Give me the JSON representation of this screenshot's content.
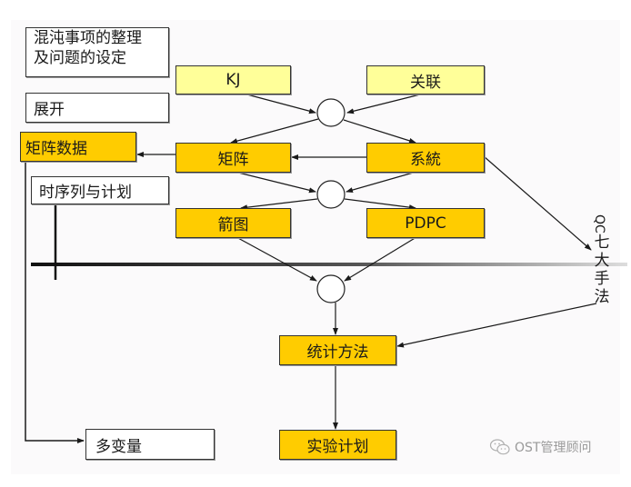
{
  "diagram": {
    "left_column": {
      "problem_setting": [
        "混沌事项的整理",
        "及问题的设定"
      ],
      "expansion": "展开",
      "matrix_data": "矩阵数据",
      "time_series_planning": "时序列与计划",
      "multivariate": "多变量"
    },
    "nodes": {
      "kj": "KJ",
      "relation": "关联",
      "matrix": "矩阵",
      "system": "系統",
      "arrow_diagram": "箭图",
      "pdpc": "PDPC",
      "statistical_methods": "统计方法",
      "experiment_design": "实验计划"
    },
    "side_label": {
      "qc": "QC",
      "chars": [
        "七",
        "大",
        "手",
        "法"
      ]
    },
    "colors": {
      "light_yellow": "#ffff99",
      "gold": "#ffcc00",
      "white": "#ffffff",
      "line": "#1a1a1a"
    }
  },
  "watermark": {
    "icon": "wechat-icon",
    "text": "OST管理顾问"
  }
}
